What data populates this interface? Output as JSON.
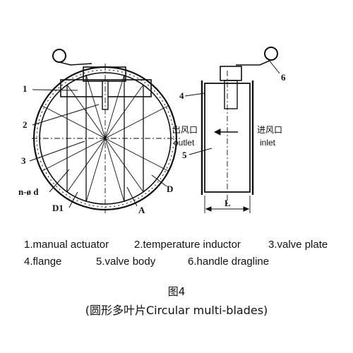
{
  "callouts": {
    "c1": "1",
    "c2": "2",
    "c3": "3",
    "c4": "4",
    "c5": "5",
    "c6": "6",
    "nd": "n-ø d",
    "d1": "D1",
    "a": "A",
    "d": "D",
    "l": "L"
  },
  "side_view": {
    "outlet_cn": "出风口",
    "outlet_en": "outlet",
    "inlet_cn": "进风口",
    "inlet_en": "inlet"
  },
  "legend": {
    "row1": [
      "1.manual actuator",
      "2.temperature inductor",
      "3.valve plate"
    ],
    "row2": [
      "4.flange",
      "5.valve body",
      "6.handle dragline"
    ]
  },
  "caption": {
    "figure": "图4",
    "title": "(圆形多叶片Circular multi-blades)"
  }
}
